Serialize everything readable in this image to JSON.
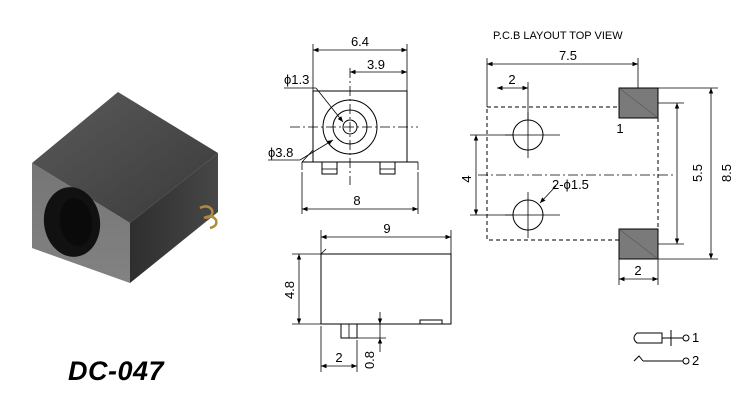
{
  "model_label": "DC-047",
  "pcb_title": "P.C.B LAYOUT  TOP VIEW",
  "front_view": {
    "width_top": "6.4",
    "offset": "3.9",
    "pin_dia": "ϕ1.3",
    "hole_dia": "ϕ3.8",
    "width_bottom": "8"
  },
  "side_view": {
    "length": "9",
    "height": "4.8",
    "pin_offset": "2",
    "pin_height": "0.8"
  },
  "pcb": {
    "span": "7.5",
    "left_offset": "2",
    "pad_label": "1",
    "hole_spacing": "4",
    "hole_note": "2-ϕ1.5",
    "pad_spacing": "5.5",
    "overall": "8.5",
    "pad_width": "2"
  },
  "schematic": {
    "pin1": "1",
    "pin2": "2"
  }
}
